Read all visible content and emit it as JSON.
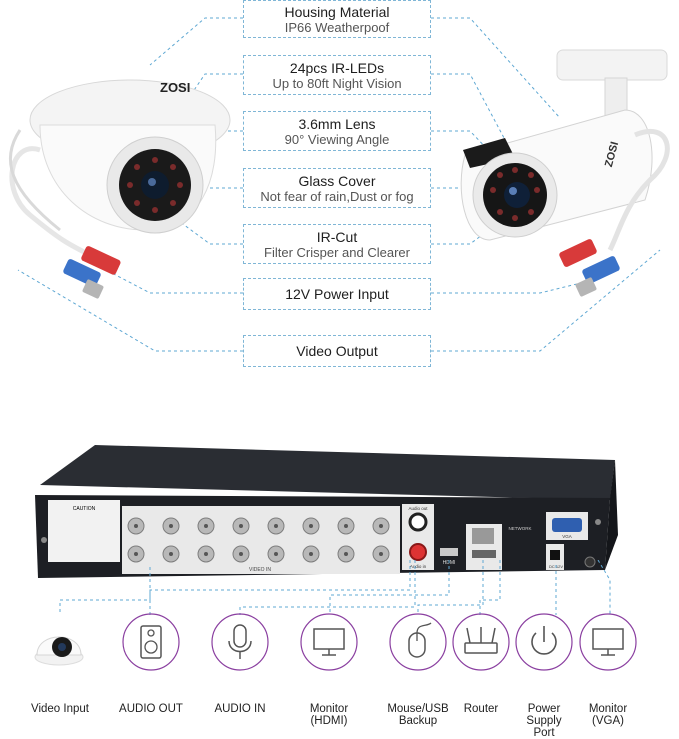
{
  "features": [
    {
      "title": "Housing Material",
      "subtitle": "IP66 Weatherpoof"
    },
    {
      "title": "24pcs IR-LEDs",
      "subtitle": "Up to 80ft Night Vision"
    },
    {
      "title": "3.6mm Lens",
      "subtitle": "90° Viewing Angle"
    },
    {
      "title": "Glass Cover",
      "subtitle": "Not fear of rain,Dust or fog"
    },
    {
      "title": "IR-Cut",
      "subtitle": "Filter Crisper and Clearer"
    },
    {
      "title": "12V  Power Input",
      "subtitle": ""
    },
    {
      "title": "Video Output",
      "subtitle": ""
    }
  ],
  "camera_brand": "ZOSI",
  "dvr_labels": {
    "caution": "CAUTION",
    "video_in": "VIDEO IN",
    "audio_out": "Audio out",
    "audio_in": "Audio in",
    "hdmi": "HDMI",
    "network": "NETWORK",
    "vga": "VGA",
    "dc": "DC 12V"
  },
  "ports": [
    {
      "label": "Video Input",
      "icon": "camera-icon"
    },
    {
      "label": "AUDIO OUT",
      "icon": "speaker-icon"
    },
    {
      "label": "AUDIO IN",
      "icon": "microphone-icon"
    },
    {
      "label": "Monitor\n(HDMI)",
      "icon": "monitor-icon"
    },
    {
      "label": "Mouse/USB\nBackup",
      "icon": "mouse-icon"
    },
    {
      "label": "Router",
      "icon": "router-icon"
    },
    {
      "label": "Power\nSupply\nPort",
      "icon": "power-icon"
    },
    {
      "label": "Monitor\n(VGA)",
      "icon": "monitor-icon"
    }
  ],
  "colors": {
    "accent_purple": "#8a3fa0",
    "dashed_line": "#5fa8d3",
    "dvr_body": "#1d1f24"
  }
}
